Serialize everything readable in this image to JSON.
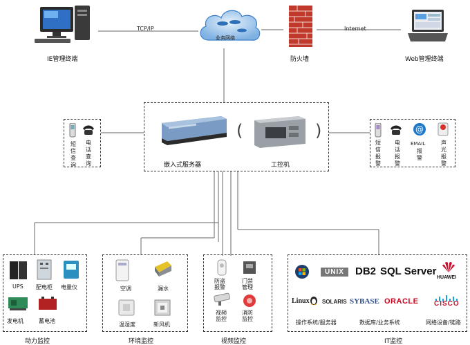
{
  "top": {
    "ie_terminal": "IE管理终端",
    "tcpip": "TCP/IP",
    "cloud": "业务网络",
    "firewall": "防火墙",
    "internet": "Internet",
    "web_terminal": "Web管理终端"
  },
  "center": {
    "embedded_server": "嵌入式服务器",
    "industrial_pc": "工控机"
  },
  "left_panel": {
    "sms_query": "短信查询",
    "phone_query": "电话查询"
  },
  "right_panel": {
    "sms_alarm": "短信报警",
    "phone_alarm": "电话报警",
    "email": "EMAIL",
    "email_alarm": "报警",
    "sound_light_alarm": "声光报警"
  },
  "power": {
    "title": "动力监控",
    "ups": "UPS",
    "cabinet": "配电柜",
    "meter": "电量仪",
    "generator": "发电机",
    "battery": "蓄电池"
  },
  "env": {
    "title": "环境监控",
    "ac": "空调",
    "leak": "漏水",
    "temp_humidity": "温湿度",
    "fresh_air": "新风机"
  },
  "video": {
    "title": "视频监控",
    "anti_theft": "防盗报警",
    "access_control": "门禁管理",
    "video_monitor": "视频监控",
    "fire": "消防监控"
  },
  "it": {
    "title": "IT监控",
    "os": "操作系统/服务器",
    "db": "数据库/业务系统",
    "net": "网络设备/链路",
    "logos": {
      "unix": "UNIX",
      "db2": "DB2",
      "sqlserver": "SQL Server",
      "huawei": "HUAWEI",
      "linux": "Linux",
      "solaris": "SOLARIS",
      "sybase": "SYBASE",
      "oracle": "ORACLE",
      "cisco": "CISCO"
    }
  },
  "colors": {
    "accent_red": "#c8102e",
    "cloud_blue": "#3a7fc8",
    "line": "#555555"
  }
}
